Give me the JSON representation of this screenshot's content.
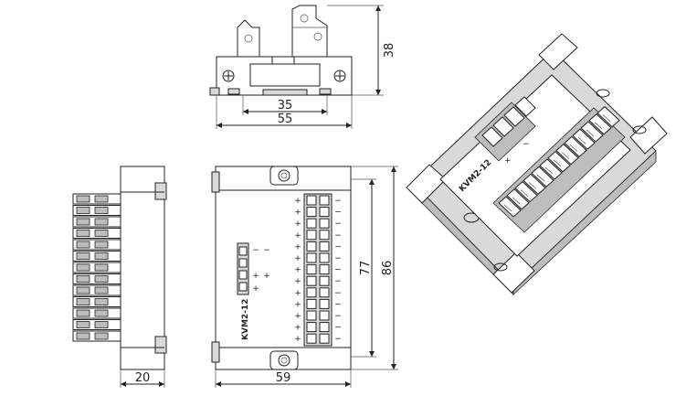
{
  "dimensions": {
    "top_height": "38",
    "top_inner_width": "35",
    "top_outer_width": "55",
    "side_width": "20",
    "front_width": "59",
    "front_inner_height": "77",
    "front_outer_height": "86"
  },
  "model_label": "KVM2-12",
  "iso_model_label": "KVM2-12",
  "polarity": {
    "plus": "+",
    "minus": "−"
  }
}
